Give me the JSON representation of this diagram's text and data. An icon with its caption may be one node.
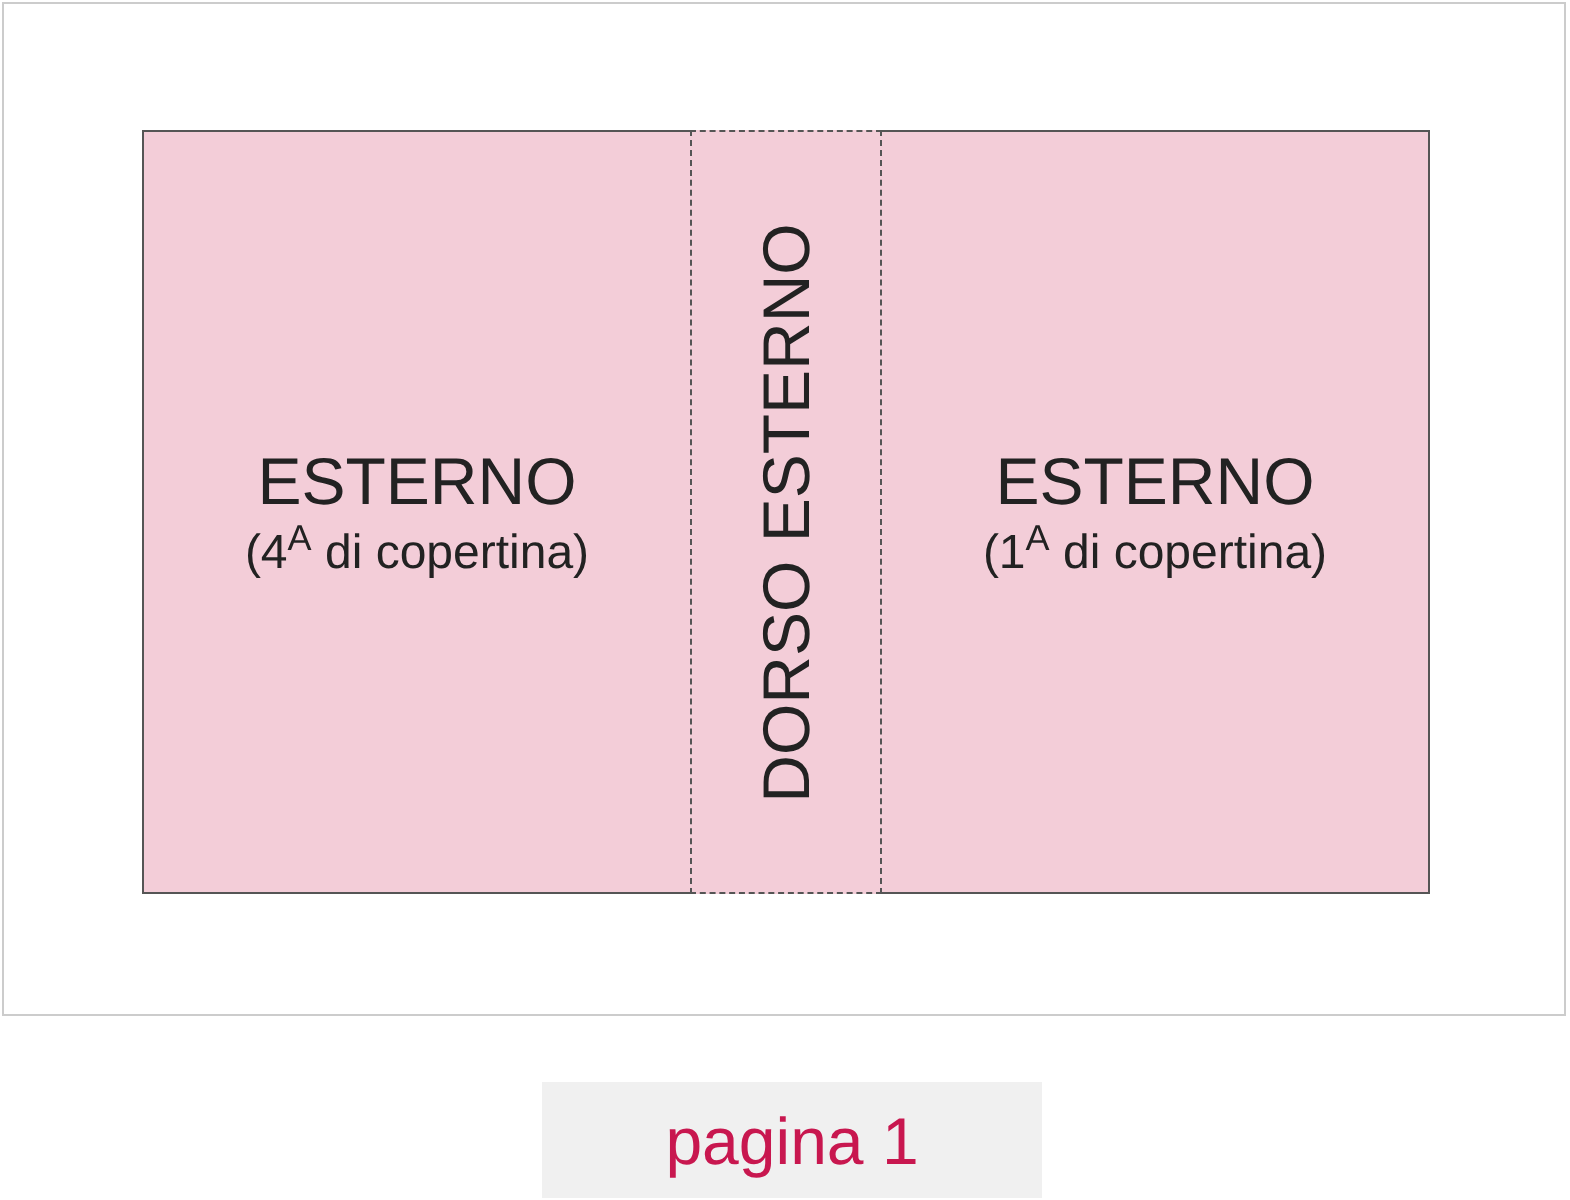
{
  "diagram": {
    "nodes": [
      {
        "text": [],
        "shape": "box"
      },
      {
        "text": [
          "ESTERNO",
          "(4$^{A}$ di copertina)"
        ],
        "in": 0
      },
      {
        "text": [
          "DORSO ESTERNO"
        ],
        "in": 0
      },
      {
        "text": [
          "ESTERNO",
          "(1$^{A}$ di copertina)"
        ],
        "in": 0
      },
      {
        "text": [
          "pagina 1"
        ]
      }
    ]
  }
}
